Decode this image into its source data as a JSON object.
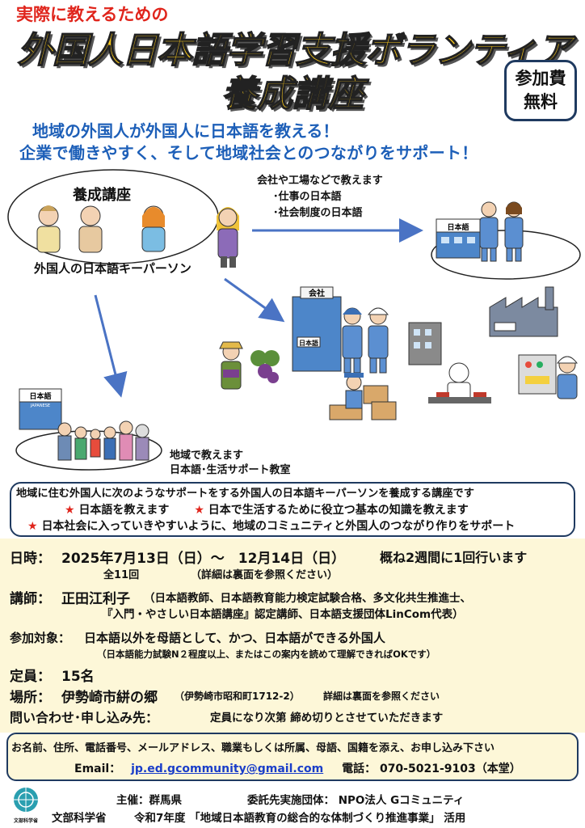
{
  "header": {
    "kicker": "実際に教えるための",
    "title_line1": "外国人日本語学習支援ボランティア",
    "title_line2": "養成講座",
    "fee_line1": "参加費",
    "fee_line2": "無料"
  },
  "taglines": {
    "line1": "地域の外国人が外国人に日本語を教える！",
    "line2": "企業で働きやすく、そして地域社会とのつながりをサポート！"
  },
  "diagram": {
    "course_label": "養成講座",
    "keyperson_label": "外国人の日本語キーパーソン",
    "company_heading": "会社や工場などで教えます",
    "company_item1": "･仕事の日本語",
    "company_item2": "･社会制度の日本語",
    "community_line1": "地域で教えます",
    "community_line2": "日本語･生活サポート教室",
    "sign_nihongo": "日本語",
    "sign_japanese": "JAPANESE",
    "sign_kaisha": "会社"
  },
  "summary": {
    "line1": "地域に住む外国人に次のようなサポートをする外国人の日本語キーパーソンを養成する講座です",
    "star": "★",
    "item1": "日本語を教えます",
    "item2": "日本で生活するために役立つ基本の知識を教えます",
    "item3": "日本社会に入っていきやすいように、地域のコミュニティと外国人のつながり作りをサポート"
  },
  "details": {
    "date_label": "日時：",
    "date_value": "2025年7月13日（日）～　12月14日（日）",
    "date_freq": "概ね2週間に1回行います",
    "sessions": "全11回",
    "sessions_note": "（詳細は裏面を参照ください）",
    "lecturer_label": "講師：",
    "lecturer_name": "正田江利子",
    "lecturer_desc1": "（日本語教師、日本語教育能力検定試験合格、多文化共生推進士、",
    "lecturer_desc2": "『入門・やさしい日本語講座』認定講師、日本語支援団体LinCom代表）",
    "target_label": "参加対象：",
    "target_value": "日本語以外を母語として、かつ、日本語ができる外国人",
    "target_note": "（日本語能力試験N２程度以上、またはこの案内を読めて理解できればOKです）",
    "capacity_label": "定員：",
    "capacity_value": "15名",
    "venue_label": "場所：",
    "venue_value": "伊勢崎市絣の郷",
    "venue_address": "（伊勢崎市昭和町1712-2）",
    "venue_note": "詳細は裏面を参照ください",
    "inquiry_label": "問い合わせ･申し込み先：",
    "inquiry_note": "定員になり次第 締め切りとさせていただきます"
  },
  "contact": {
    "instruction": "お名前、住所、電話番号、メールアドレス、職業もしくは所属、母語、国籍を添え、お申し込み下さい",
    "email_label": "Email：",
    "email": "jp.ed.gcommunity@gmail.com",
    "phone_label": "電話：",
    "phone": "070-5021-9103（本堂）"
  },
  "footer": {
    "host": "主催：群馬県",
    "contractor": "委託先実施団体：  NPO法人 Gコミュニティ",
    "ministry_logo_text": "文部科学省",
    "ministry": "文部科学省",
    "program": "令和7年度 「地域日本語教育の総合的な体制づくり推進事業」 活用"
  },
  "colors": {
    "red": "#e0251c",
    "title_yellow": "#f5c51a",
    "tagline_blue": "#1d5fb8",
    "arrow_blue": "#4a73c4",
    "navy_border": "#1f3a60",
    "details_bg": "#fdf7d8",
    "email_blue": "#1a3ec9"
  }
}
